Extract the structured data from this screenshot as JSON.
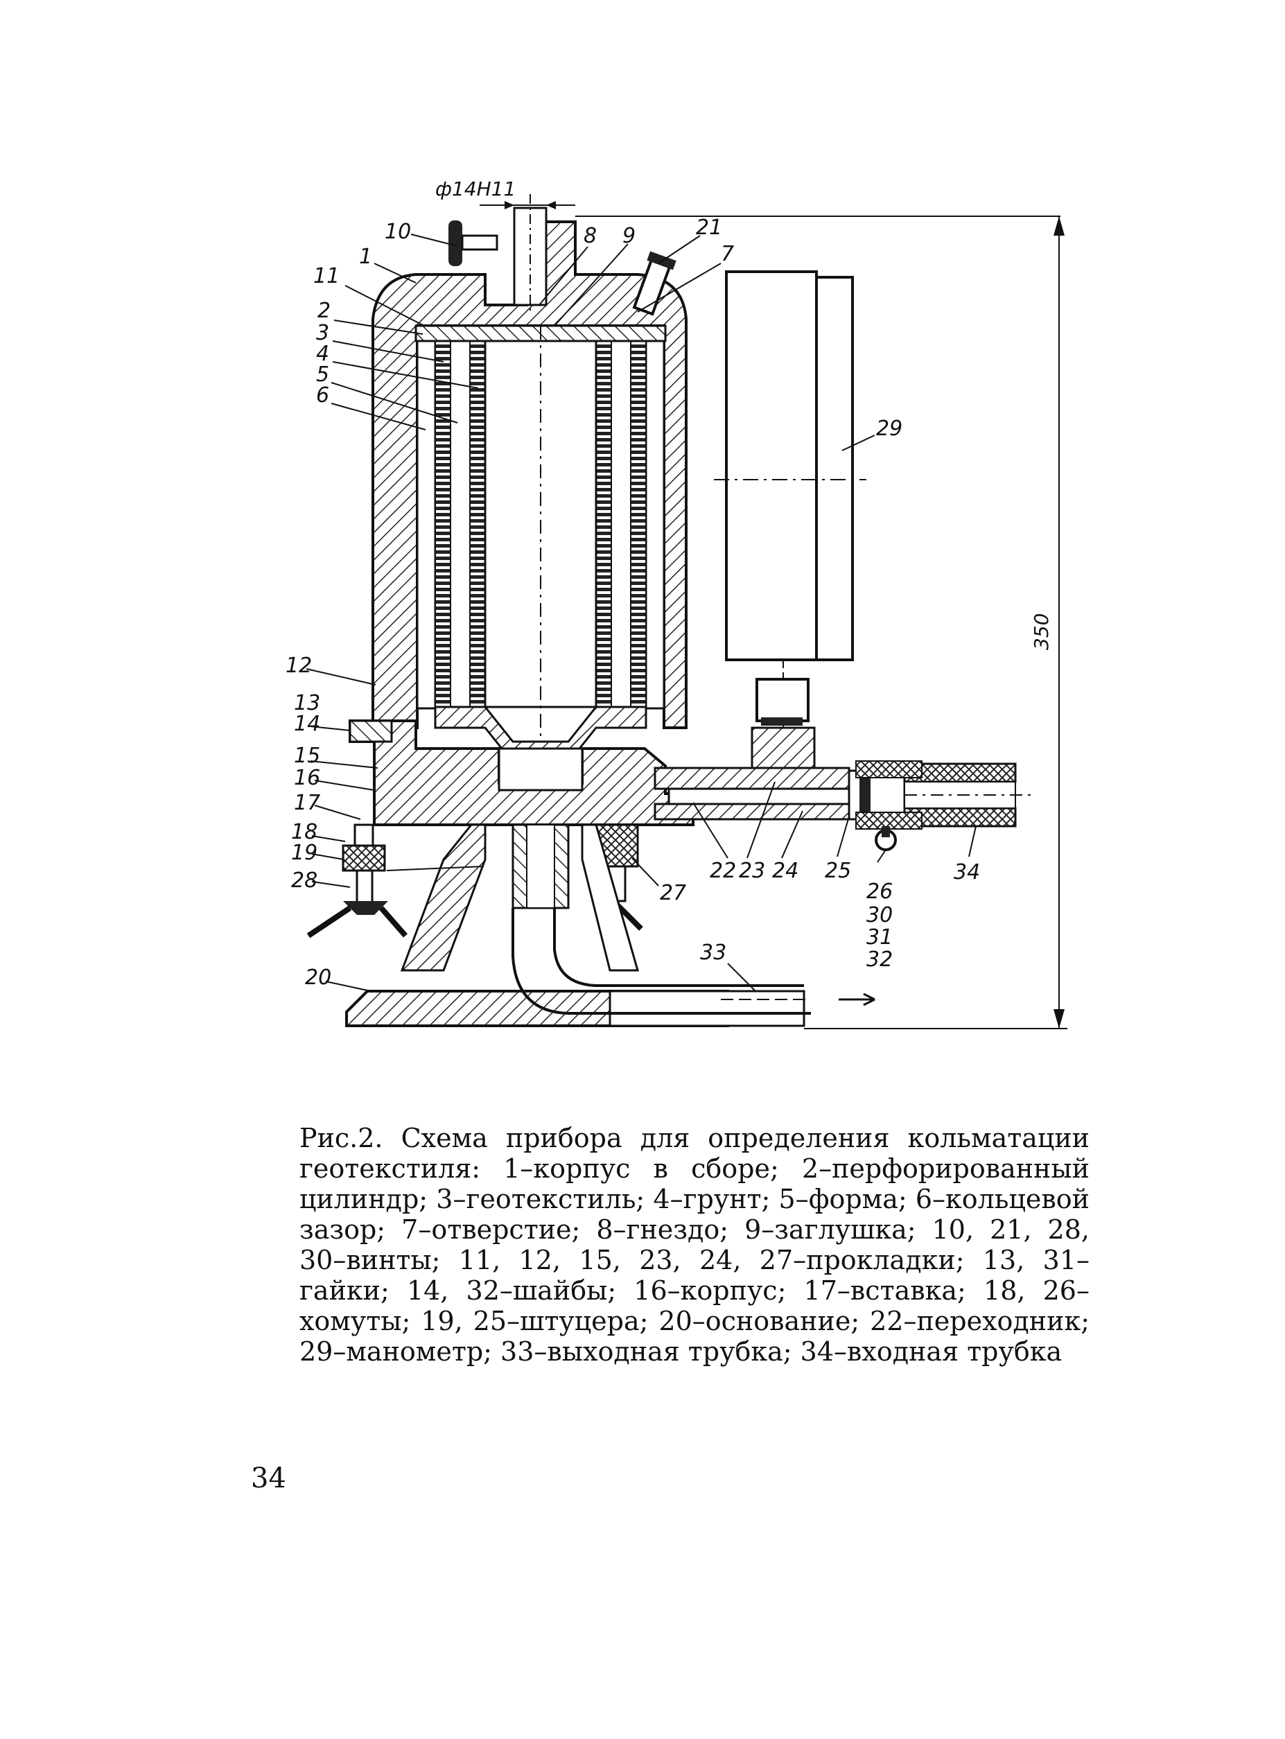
{
  "figure": {
    "dimension_top": "ф14Н11",
    "dimension_height": "350",
    "labels": [
      "10",
      "1",
      "11",
      "2",
      "3",
      "4",
      "5",
      "6",
      "8",
      "9",
      "21",
      "7",
      "29",
      "12",
      "13",
      "14",
      "15",
      "16",
      "17",
      "18",
      "19",
      "28",
      "20",
      "27",
      "22",
      "23",
      "24",
      "25",
      "26",
      "30",
      "31",
      "32",
      "33",
      "34"
    ]
  },
  "caption": "Рис.2. Схема прибора для определения кольматации геотекстиля: 1–корпус в сборе; 2–перфорированный цилиндр; 3–геотекстиль; 4–грунт; 5–форма; 6–кольцевой зазор; 7–отверстие; 8–гнездо; 9–заглушка; 10, 21, 28, 30–винты; 11, 12, 15, 23, 24, 27–прокладки; 13, 31–гайки; 14, 32–шайбы; 16–корпус; 17–вставка; 18, 26–хомуты; 19, 25–штуцера; 20–основание; 22–переходник; 29–манометр; 33–выходная трубка; 34–входная трубка",
  "page_number": "34"
}
